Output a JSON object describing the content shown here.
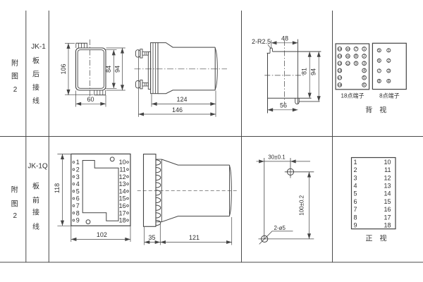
{
  "colors": {
    "line": "#444444",
    "text": "#2f2f2f",
    "background": "#ffffff"
  },
  "rows": {
    "top": {
      "fig_label": [
        "附",
        "图",
        "2"
      ],
      "model": "JK-1",
      "wiring": [
        "板",
        "后",
        "接",
        "线"
      ],
      "front_view": {
        "dims": {
          "total_height": "106",
          "inner_height": "84",
          "outer_height": "94",
          "width": "60"
        }
      },
      "side_view": {
        "dims": {
          "body_depth": "124",
          "total_depth": "146"
        }
      },
      "cutout_view": {
        "slot_note": "2-R2.5",
        "dims": {
          "slot_offset": "48",
          "height_1": "81",
          "height_2": "94",
          "width": "56"
        }
      },
      "rear_terminals": {
        "t18": {
          "label": "18点端子",
          "columns": [
            [
              "13",
              "14",
              "15",
              "16",
              "17",
              "18"
            ],
            [
              "10",
              "11",
              "12"
            ],
            [
              "7",
              "8",
              "9"
            ],
            [
              "1",
              "2",
              "3",
              "4",
              "5",
              "6"
            ]
          ]
        },
        "t8": {
          "label": "8点端子",
          "columns": [
            [
              "5",
              "6",
              "7",
              "8"
            ],
            [
              "1",
              "2",
              "3",
              "4"
            ]
          ]
        },
        "view_label": "背　视"
      }
    },
    "bottom": {
      "fig_label": [
        "附",
        "图",
        "2"
      ],
      "model": "JK-1Q",
      "wiring": [
        "板",
        "前",
        "接",
        "线"
      ],
      "plate_view": {
        "left_terminals": [
          "1",
          "2",
          "3",
          "4",
          "5",
          "6",
          "7",
          "8",
          "9"
        ],
        "right_terminals": [
          "10",
          "11",
          "12",
          "13",
          "14",
          "15",
          "16",
          "17",
          "18"
        ],
        "dims": {
          "height": "118",
          "width": "102"
        }
      },
      "side_view": {
        "dims": {
          "flange_depth": "35",
          "body_depth": "121"
        }
      },
      "drill_view": {
        "hole_note": "2-ø5",
        "dims": {
          "hole_spacing_x": "30±0.1",
          "hole_spacing_y": "100±0.2"
        }
      },
      "front_table": {
        "left": [
          "1",
          "2",
          "3",
          "4",
          "5",
          "6",
          "7",
          "8",
          "9"
        ],
        "right": [
          "10",
          "11",
          "12",
          "13",
          "14",
          "15",
          "16",
          "17",
          "18"
        ],
        "view_label": "正　视"
      }
    }
  }
}
